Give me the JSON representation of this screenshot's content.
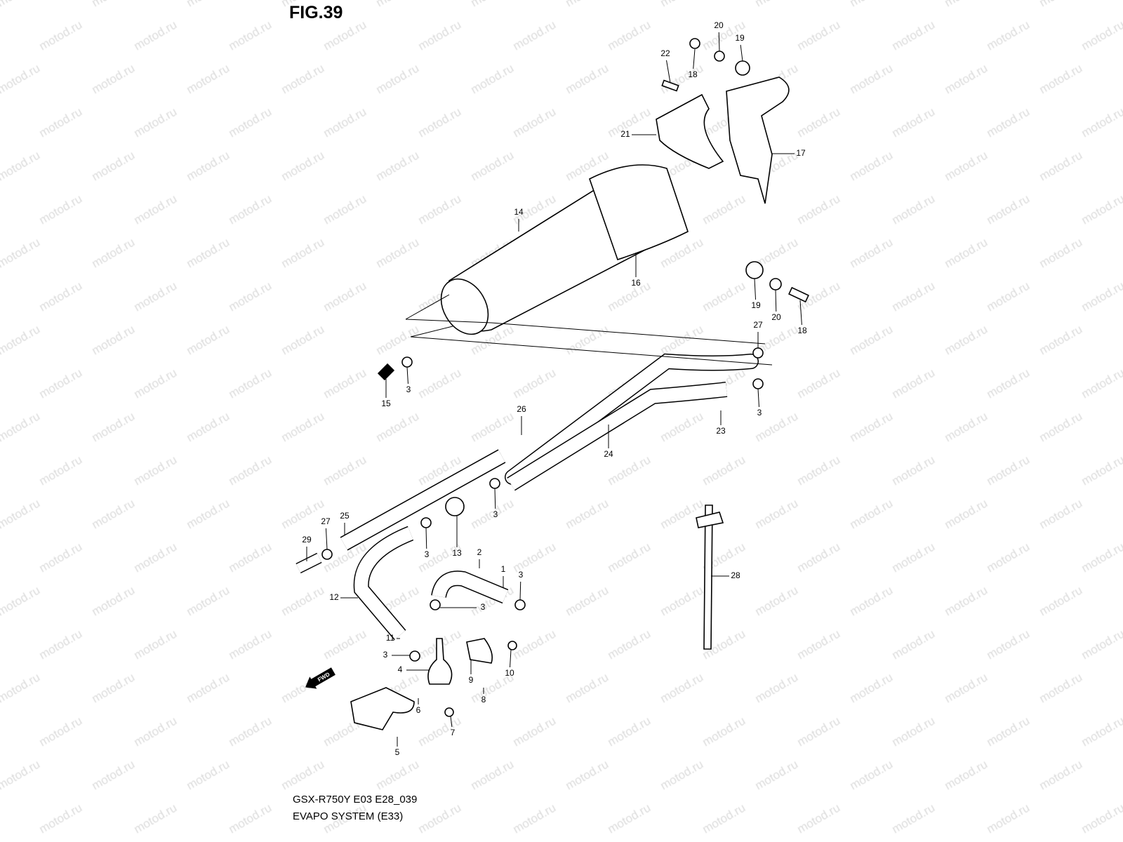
{
  "figure_title": "FIG.39",
  "model_code": "GSX-R750Y E03 E28_039",
  "section_title": "EVAPO SYSTEM (E33)",
  "watermark": "motod.ru",
  "fwd_marker": "FWD",
  "callouts": [
    "22",
    "18",
    "20",
    "19",
    "21",
    "17",
    "14",
    "16",
    "19",
    "20",
    "18",
    "27",
    "15",
    "3",
    "3",
    "23",
    "26",
    "24",
    "25",
    "27",
    "29",
    "3",
    "13",
    "3",
    "2",
    "1",
    "3",
    "12",
    "3",
    "11",
    "3",
    "4",
    "9",
    "10",
    "8",
    "6",
    "7",
    "5",
    "28"
  ]
}
